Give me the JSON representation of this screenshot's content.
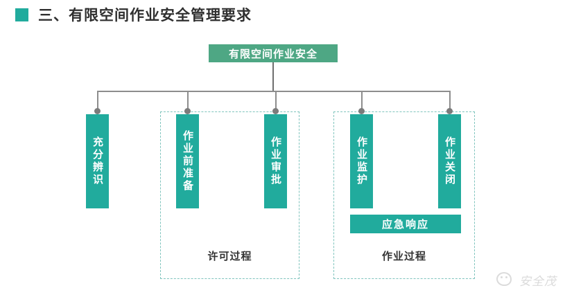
{
  "header": {
    "title": "三、有限空间作业安全管理要求",
    "bullet_color": "#21ab9d"
  },
  "diagram": {
    "root": {
      "label": "有限空间作业安全",
      "color": "#4ea784"
    },
    "nodes": [
      {
        "id": "node-1",
        "label": "充分辨识",
        "color": "#21ab9d"
      },
      {
        "id": "node-2",
        "label": "作业前准备",
        "color": "#21ab9d"
      },
      {
        "id": "node-3",
        "label": "作业审批",
        "color": "#21ab9d"
      },
      {
        "id": "node-4",
        "label": "作业监护",
        "color": "#21ab9d"
      },
      {
        "id": "node-5",
        "label": "作业关闭",
        "color": "#21ab9d"
      }
    ],
    "emergency": {
      "label": "应急响应",
      "color": "#21ab9d"
    },
    "groups": [
      {
        "id": "group-permit",
        "label": "许可过程",
        "border_color": "#7fc4bd"
      },
      {
        "id": "group-operation",
        "label": "作业过程",
        "border_color": "#7fc4bd"
      }
    ],
    "connector_color": "#8d8d8d"
  },
  "watermark": {
    "text": "安全茂"
  }
}
